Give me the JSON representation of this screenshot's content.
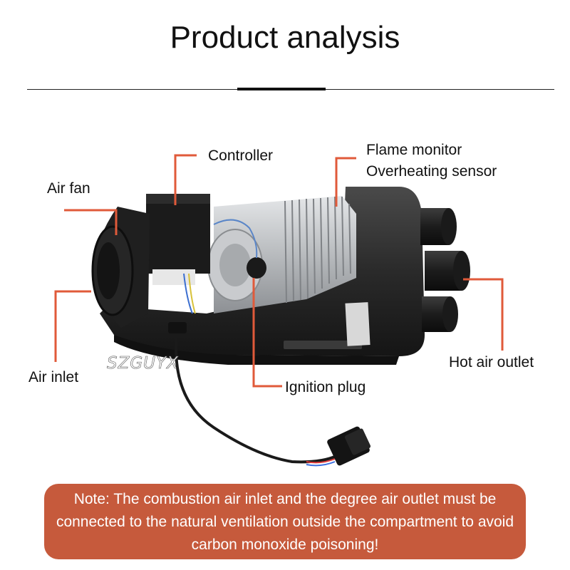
{
  "header": {
    "title": "Product analysis"
  },
  "labels": {
    "controller": "Controller",
    "flame_monitor": "Flame monitor",
    "overheating_sensor": "Overheating sensor",
    "air_fan": "Air fan",
    "air_inlet": "Air inlet",
    "ignition_plug": "Ignition plug",
    "hot_air_outlet": "Hot air outlet"
  },
  "watermark": "SZGUYX",
  "note": {
    "text": "Note: The combustion air inlet and the degree air outlet must be connected to the natural ventilation outside the compartment to avoid carbon monoxide poisoning!"
  },
  "colors": {
    "callout_line": "#e05a3a",
    "note_background": "#c65a3c",
    "heater_body": "#2b2b2b",
    "heat_exchanger": "#b9bcbf"
  }
}
